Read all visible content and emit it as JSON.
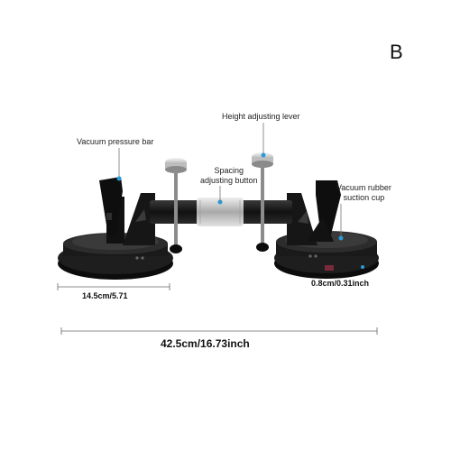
{
  "corner_letter": "B",
  "labels": {
    "vacuum_pressure_bar": "Vacuum pressure bar",
    "height_adjusting_lever": "Height adjusting lever",
    "spacing_adjusting_button_line1": "Spacing",
    "spacing_adjusting_button_line2": "adjusting button",
    "vacuum_cup_line1": "Vacuum rubber",
    "vacuum_cup_line2": "suction cup"
  },
  "dimensions": {
    "cup_diameter": "14.5cm/5.71",
    "cup_thickness": "0.8cm/0.31inch",
    "total_length": "42.5cm/16.73inch"
  },
  "colors": {
    "body_black": "#151515",
    "metal_silver": "#c8c8c8",
    "callout_dot": "#2a9bd8",
    "line_gray": "#777777"
  }
}
